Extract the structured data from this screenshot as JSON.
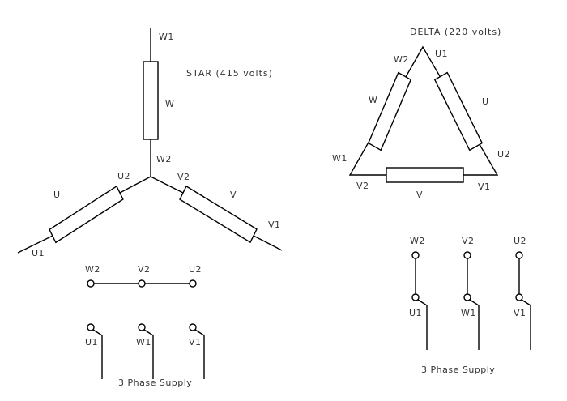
{
  "star": {
    "title": "STAR  (415 volts)",
    "labels": {
      "w1": "W1",
      "w": "W",
      "w2": "W2",
      "u2": "U2",
      "u": "U",
      "u1": "U1",
      "v2": "V2",
      "v": "V",
      "v1": "V1"
    },
    "terminals": {
      "top": [
        "W2",
        "V2",
        "U2"
      ],
      "bottom": [
        "U1",
        "W1",
        "V1"
      ]
    },
    "supply_label": "3 Phase Supply"
  },
  "delta": {
    "title": "DELTA (220 volts)",
    "labels": {
      "u1": "U1",
      "w2": "W2",
      "w": "W",
      "u": "U",
      "w1": "W1",
      "u2": "U2",
      "v2": "V2",
      "v": "V",
      "v1": "V1"
    },
    "terminals": {
      "top": [
        "W2",
        "V2",
        "U2"
      ],
      "bottom": [
        "U1",
        "W1",
        "V1"
      ]
    },
    "supply_label": "3 Phase Supply"
  },
  "colors": {
    "line": "#000000",
    "text": "#333333",
    "background": "#ffffff"
  }
}
